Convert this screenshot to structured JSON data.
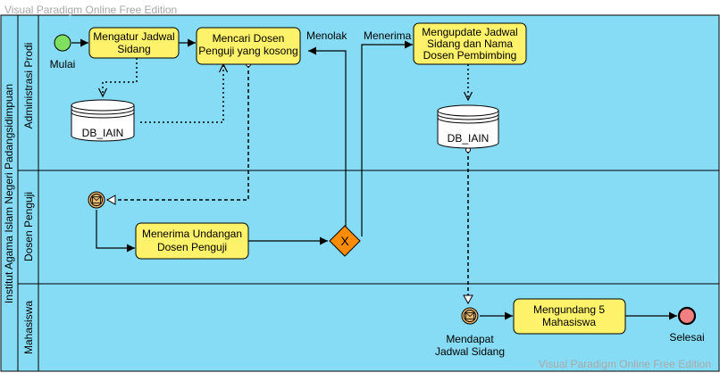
{
  "watermark_top": "Visual Paradigm Online Free Edition",
  "watermark_bottom": "Visual Paradigm Online Free Edition",
  "pool": {
    "label": "Institut Agama Islam Negeri Padangsidimpuan"
  },
  "lanes": [
    {
      "label": "Administrasi Prodi"
    },
    {
      "label": "Dosen Penguji"
    },
    {
      "label": "Mahasiswa"
    }
  ],
  "events": {
    "start": "Mulai",
    "receive_schedule": [
      "Mendapat",
      "Jadwal Sidang"
    ],
    "end": "Selesai"
  },
  "tasks": {
    "mengatur": [
      "Mengatur Jadwal",
      "Sidang"
    ],
    "mencari": [
      "Mencari Dosen",
      "Penguji yang kosong"
    ],
    "mengupdate": [
      "Mengupdate Jadwal",
      "Sidang dan Nama",
      "Dosen Pembimbing"
    ],
    "menerima": [
      "Menerima Undangan",
      "Dosen Penguji"
    ],
    "mengundang": [
      "Mengundang 5",
      "Mahasiswa"
    ]
  },
  "gateway": {
    "symbol": "X"
  },
  "datastores": {
    "db1": "DB_IAIN",
    "db2": "DB_IAIN"
  },
  "flow_labels": {
    "reject": "Menolak",
    "accept": "Menerima"
  },
  "colors": {
    "lane_fill": "#87dcf5",
    "task_fill": "#fdf26a",
    "start_fill": "#7ee05e",
    "end_fill": "#f27f7f",
    "gateway_fill": "#ff8c00",
    "message_event_fill": "#e8b76e",
    "datastore_fill": "#ffffff"
  }
}
